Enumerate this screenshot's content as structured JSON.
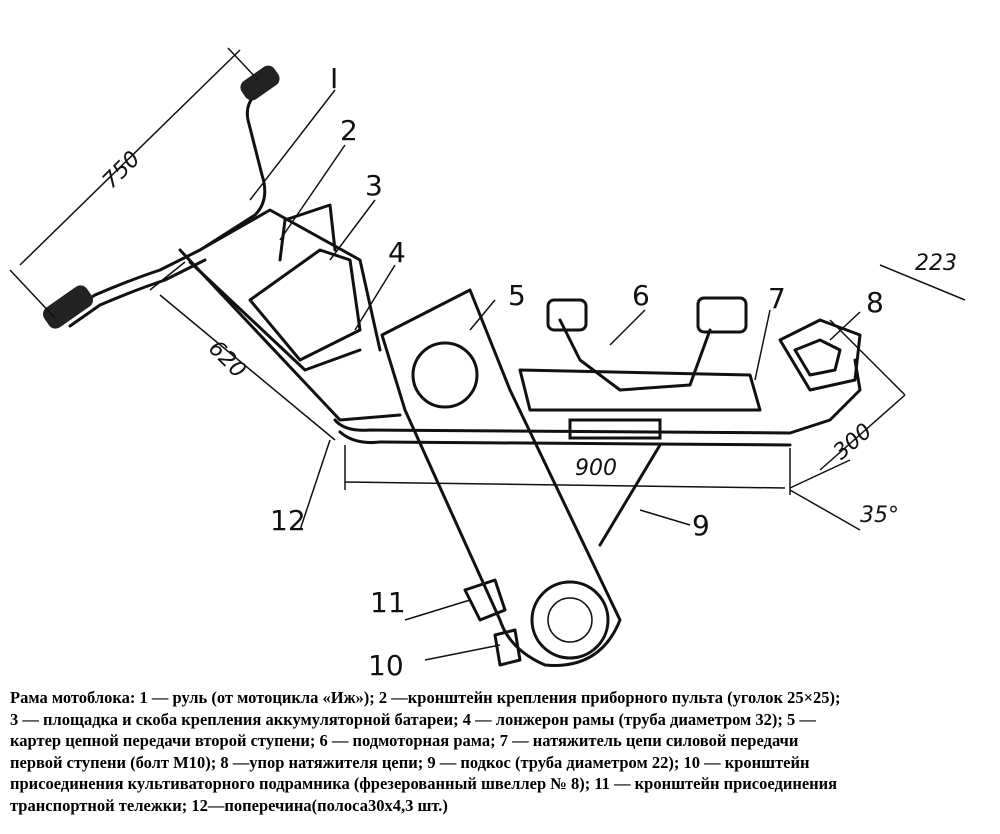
{
  "labels": {
    "l1": "I",
    "l2": "2",
    "l3": "3",
    "l4": "4",
    "l5": "5",
    "l6": "6",
    "l7": "7",
    "l8": "8",
    "l9": "9",
    "l10": "10",
    "l11": "11",
    "l12": "12"
  },
  "dimensions": {
    "d750": "750",
    "d620": "620",
    "d900": "900",
    "d223": "223",
    "d300": "300",
    "d35": "35°"
  },
  "caption": [
    "Рама мотоблока: 1 — руль (от мотоцикла «Иж»); 2 —кронштейн крепления приборного пульта (уголок 25×25);",
    "3 — площадка и скоба крепления аккумуляторной батареи; 4 — лонжерон рамы (труба диаметром 32); 5 —",
    "картер цепной передачи второй ступени; 6 — подмоторная рама; 7 — натяжитель цепи силовой передачи",
    "первой ступени (болт М10); 8 —упор натяжителя цепи; 9 — подкос (труба диаметром 22); 10 — кронштейн",
    "присоединения культиваторного подрамника (фрезерованный швеллер № 8); 11 — кронштейн присоединения",
    "транспортной тележки; 12—поперечина(полоса30х4,3 шт.)"
  ]
}
